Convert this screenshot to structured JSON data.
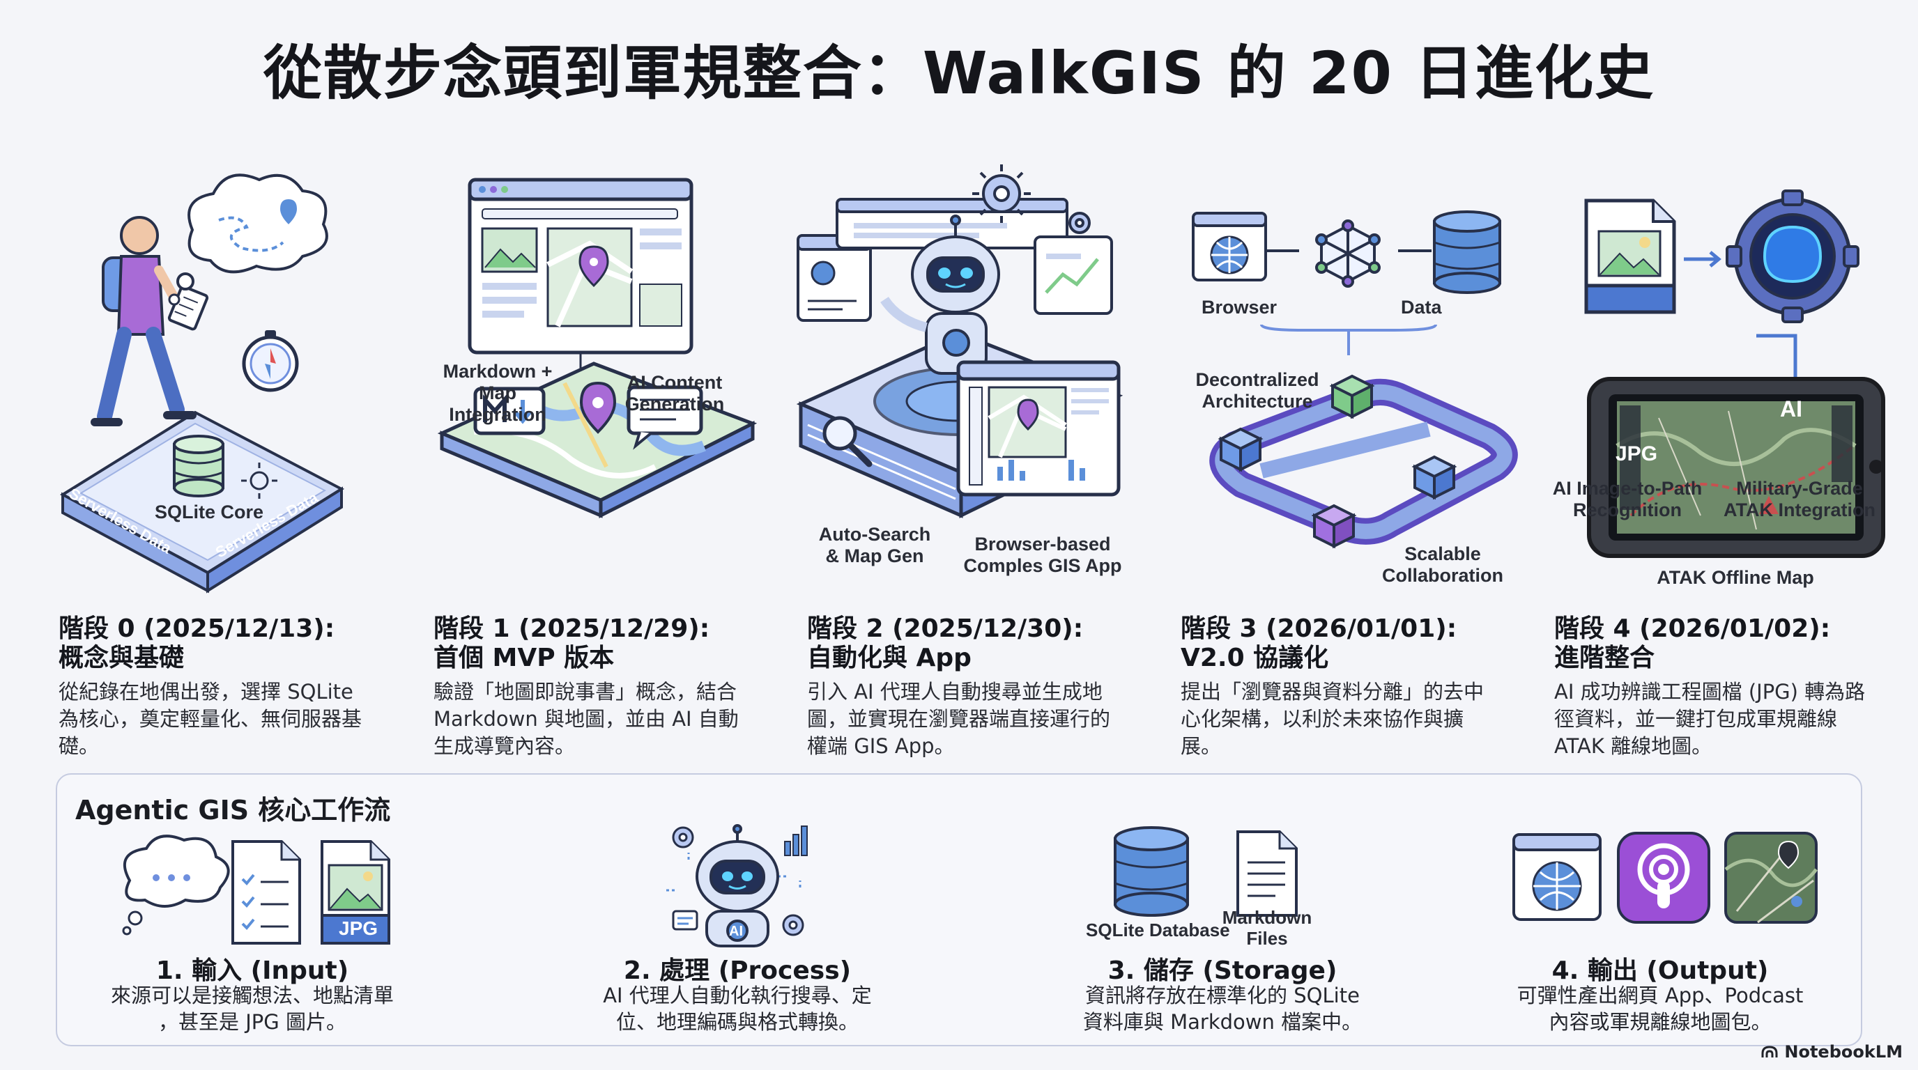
{
  "title": "從散步念頭到軍規整合：WalkGIS 的 20 日進化史",
  "colors": {
    "ink": "#27304a",
    "blue": "#5b8fd9",
    "purple": "#8c6ad8",
    "green": "#7fcb8a",
    "panel_border": "#c5cbe0"
  },
  "stages": [
    {
      "heading": "階段 0 (2025/12/13):",
      "subtitle": "概念與基礎",
      "description": "從紀錄在地偶出發，選擇 SQLite 為核心，奠定輕量化、無伺服器基礎。",
      "labels": {
        "core": "SQLite Core",
        "edge_left": "Serverless Data",
        "edge_right": "Serverless Data"
      },
      "icons": [
        "walker-icon",
        "thought-cloud-icon",
        "compass-icon",
        "database-icon"
      ]
    },
    {
      "heading": "階段 1 (2025/12/29):",
      "subtitle": "首個 MVP 版本",
      "description": "驗證「地圖即說事書」概念，結合 Markdown 與地圖，並由 AI 自動生成導覽內容。",
      "labels": {
        "markdown": "Markdown +\nMap Integration",
        "ai": "AI Content\nGeneration"
      },
      "icons": [
        "browser-window-icon",
        "markdown-icon",
        "map-pin-icon",
        "chat-bubble-icon"
      ]
    },
    {
      "heading": "階段 2 (2025/12/30):",
      "subtitle": "自動化與 App",
      "description": "引入 AI 代理人自動搜尋並生成地圖，並實現在瀏覽器端直接運行的權端 GIS App。",
      "labels": {
        "auto": "Auto-Search\n& Map Gen",
        "app": "Browser-based\nComples GIS App"
      },
      "icons": [
        "robot-icon",
        "gear-icon",
        "magnifier-icon",
        "map-window-icon"
      ]
    },
    {
      "heading": "階段 3 (2026/01/01):",
      "subtitle": "V2.0 協議化",
      "description": "提出「瀏覽器與資料分離」的去中心化架構，以利於未來協作與擴展。",
      "labels": {
        "browser": "Browser",
        "data": "Data",
        "decentral": "Decontralized\nArchitecture",
        "scalable": "Scalable\nCollaboration"
      },
      "icons": [
        "globe-icon",
        "network-icon",
        "database-icon",
        "cube-pipe-icon"
      ]
    },
    {
      "heading": "階段 4 (2026/01/02):",
      "subtitle": "進階整合",
      "description": "AI 成功辨識工程圖檔 (JPG) 轉為路徑資料，並一鍵打包成軍規離線 ATAK 離線地圖。",
      "labels": {
        "jpg": "JPG",
        "recognition": "AI Image-to-Path\nRecognition",
        "atak": "Military-Grade\nATAK Integration",
        "offline": "ATAK Offline Map",
        "ai_badge": "AI"
      },
      "icons": [
        "jpg-file-icon",
        "ai-gear-icon",
        "rugged-tablet-icon"
      ]
    }
  ],
  "workflow": {
    "title": "Agentic GIS 核心工作流",
    "steps": [
      {
        "title": "1. 輸入 (Input)",
        "description": "來源可以是接觸想法、地點清單\n，甚至是 JPG 圖片。",
        "icon_labels": [
          "JPG"
        ]
      },
      {
        "title": "2. 處理 (Process)",
        "description": "AI 代理人自動化執行搜尋、定\n位、地理編碼與格式轉換。",
        "icon_labels": [
          "AI"
        ]
      },
      {
        "title": "3. 儲存 (Storage)",
        "description": "資訊將存放在標準化的 SQLite\n資料庫與 Markdown 檔案中。",
        "icon_labels": [
          "SQLite Database",
          "Markdown\nFiles"
        ]
      },
      {
        "title": "4. 輸出 (Output)",
        "description": "可彈性產出網頁 App、Podcast\n內容或軍規離線地圖包。",
        "icon_labels": []
      }
    ]
  },
  "brand": "NotebookLM"
}
